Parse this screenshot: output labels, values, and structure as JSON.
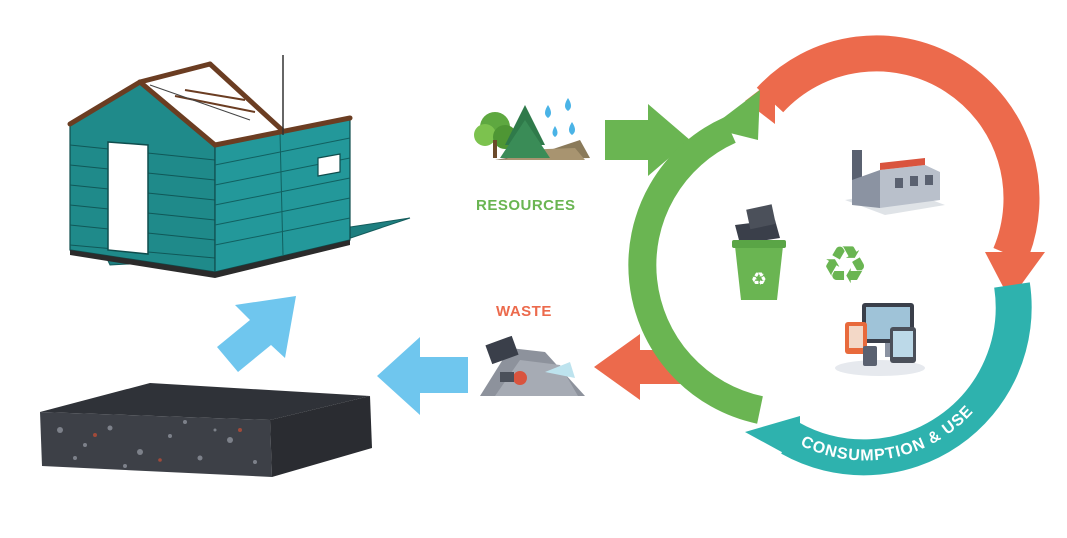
{
  "labels": {
    "resources": "RESOURCES",
    "waste": "WASTE",
    "manufacturing": "MANUFACTURING",
    "consumption": "CONSUMPTION & USE",
    "recycling": "RECYCLING"
  },
  "colors": {
    "green": "#6ab552",
    "orange": "#ec6a4c",
    "teal": "#2eb2ae",
    "light_blue": "#6fc6ee",
    "house_teal": "#1f8a8a",
    "slab": "#3a3d43"
  }
}
